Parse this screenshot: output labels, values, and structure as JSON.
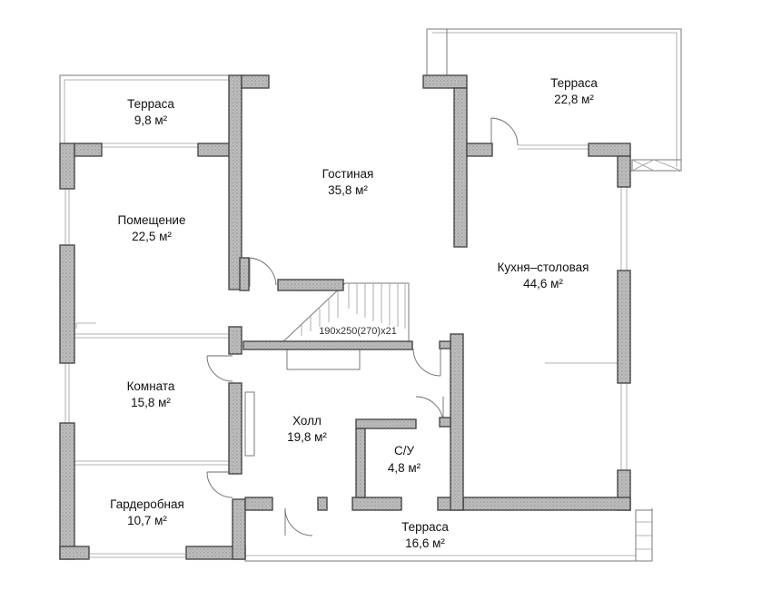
{
  "rooms": {
    "terrace_top_left": {
      "name": "Терраса",
      "area": "9,8 м²"
    },
    "terrace_top_right": {
      "name": "Терраса",
      "area": "22,8 м²"
    },
    "living_room": {
      "name": "Гостиная",
      "area": "35,8 м²"
    },
    "premises": {
      "name": "Помещение",
      "area": "22,5 м²"
    },
    "kitchen_dining": {
      "name": "Кухня–столовая",
      "area": "44,6 м²"
    },
    "room": {
      "name": "Комната",
      "area": "15,8 м²"
    },
    "hall": {
      "name": "Холл",
      "area": "19,8 м²"
    },
    "bathroom": {
      "name": "С/У",
      "area": "4,8 м²"
    },
    "wardrobe": {
      "name": "Гардеробная",
      "area": "10,7 м²"
    },
    "terrace_bottom": {
      "name": "Терраса",
      "area": "16,6 м²"
    }
  },
  "stairs": {
    "label": "190x250(270)x21"
  }
}
